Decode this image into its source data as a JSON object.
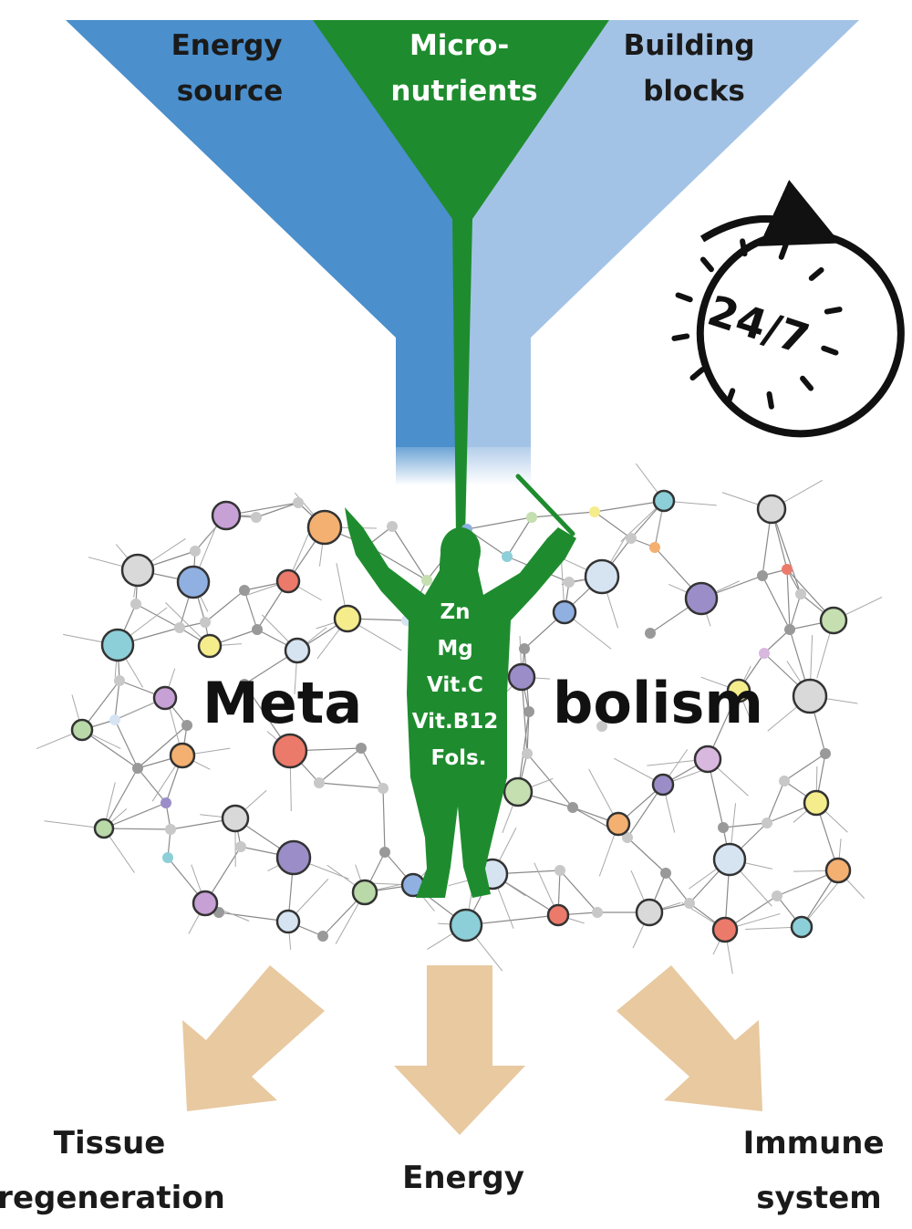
{
  "funnel": {
    "energy_source": [
      "Energy",
      "source"
    ],
    "micronutrients": [
      "Micro-",
      "nutrients"
    ],
    "building_blocks": [
      "Building",
      "blocks"
    ],
    "colors": {
      "energy": "#4b8fcc",
      "micro": "#1e8c2e",
      "building": "#a3c3e6"
    }
  },
  "clock": {
    "label": "24/7",
    "icon": "clock-arrow-icon"
  },
  "metabolism": {
    "left": "Meta",
    "right": "bolism"
  },
  "conductor": {
    "icon": "conductor-silhouette-icon",
    "color": "#1e8c2e",
    "nutrients": [
      "Zn",
      "Mg",
      "Vit.C",
      "Vit.B12",
      "Fols."
    ]
  },
  "outputs": {
    "tissue": [
      "Tissue",
      "regeneration"
    ],
    "energy": "Energy",
    "immune": [
      "Immune",
      "system"
    ],
    "arrow_color": "#e8c9a0"
  }
}
